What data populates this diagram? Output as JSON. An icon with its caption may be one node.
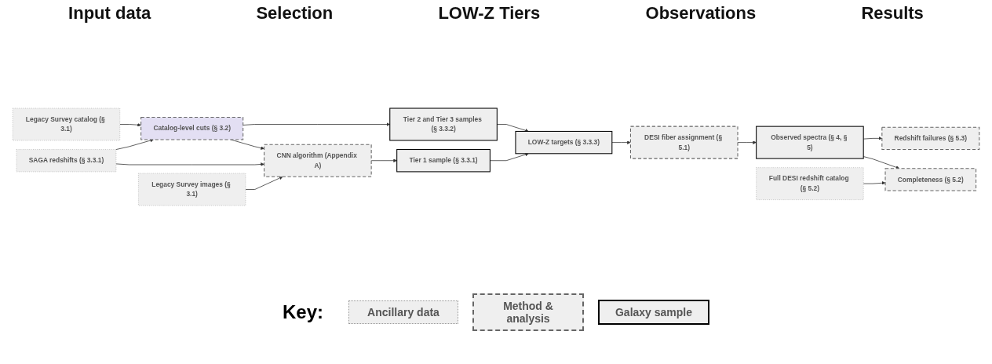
{
  "diagram": {
    "nodes": [
      {
        "text": [
          "Legacy Survey catalog (§ 3.1)"
        ]
      },
      {
        "text": [
          "Catalog-level cuts (§ 3.2)"
        ]
      },
      {
        "text": [
          "Tier 2 and Tier 3 samples (§ 3.3.2)"
        ]
      },
      {
        "text": [
          "LOW-Z targets (§ 3.3.3)"
        ]
      },
      {
        "text": [
          "Redshift failures (§ 5.3)"
        ]
      },
      {
        "text": [
          "SAGA redshifts (§ 3.3.1)"
        ]
      },
      {
        "text": [
          "CNN algorithm (Appendix A)"
        ]
      },
      {
        "text": [
          "Tier 1 sample (§ 3.3.1)"
        ]
      },
      {
        "text": [
          "DESI fiber assignment (§ 5.1)"
        ]
      },
      {
        "text": [
          "Observed spectra (§ 4, § 5)"
        ]
      },
      {
        "text": [
          "Legacy Survey images (§ 3.1)"
        ]
      },
      {
        "text": [
          "Completeness (§ 5.2)"
        ]
      },
      {
        "text": [
          "Full DESI redshift catalog (§ 5.2)"
        ]
      }
    ],
    "edges": [
      {
        "from": 0,
        "to": 1,
        "arrow": "to"
      },
      {
        "from": 5,
        "to": 1,
        "arrow": "to"
      },
      {
        "from": 1,
        "to": 6,
        "arrow": "to"
      },
      {
        "from": 5,
        "to": 6,
        "arrow": "to"
      },
      {
        "from": 10,
        "to": 6,
        "arrow": "to"
      },
      {
        "from": 1,
        "to": 2,
        "arrow": "to"
      },
      {
        "from": 6,
        "to": 7,
        "arrow": "to"
      },
      {
        "from": 2,
        "to": 3,
        "arrow": "to"
      },
      {
        "from": 7,
        "to": 3,
        "arrow": "to"
      },
      {
        "from": 3,
        "to": 8,
        "arrow": "to"
      },
      {
        "from": 8,
        "to": 9,
        "arrow": "to"
      },
      {
        "from": 9,
        "to": 4,
        "arrow": "to"
      },
      {
        "from": 9,
        "to": 11,
        "arrow": "to"
      },
      {
        "from": 12,
        "to": 11,
        "arrow": "to"
      }
    ],
    "labels": [
      "Input data",
      "Selection",
      "LOW-Z Tiers",
      "Observations",
      "Results",
      "Key:"
    ],
    "legend": [
      {
        "text": "Ancillary data"
      },
      {
        "text": "Method & analysis"
      },
      {
        "text": "Galaxy sample"
      }
    ]
  }
}
